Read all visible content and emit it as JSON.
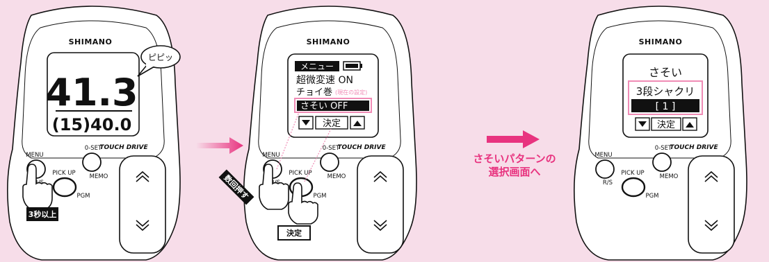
{
  "device": {
    "brand": "SHIMANO",
    "logo": "TOUCH DRIVE",
    "colors": {
      "accent": "#e8337f",
      "background": "#f7dde9",
      "body": "#ffffff",
      "outline": "#111111"
    },
    "buttons": {
      "menu": "MENU",
      "rs": "R/S",
      "oset": "0-SET",
      "memo": "MEMO",
      "pickup": "PICK UP",
      "pgm": "PGM"
    }
  },
  "panel1": {
    "speech": "ピピッ",
    "main_value": "41.3",
    "sub_value": "(15)40.0",
    "hold_label": "3秒以上"
  },
  "panel2": {
    "menu_title": "メニュー",
    "rows": [
      "超微変速 ON",
      "チョイ巻",
      "さそい OFF"
    ],
    "current_note": "(現在の設定)",
    "nav_confirm": "決定",
    "repeat_label": "数回押す",
    "confirm_tag": "決定"
  },
  "arrow_caption": [
    "さそいパターンの",
    "選択画面へ"
  ],
  "panel3": {
    "title": "さそい",
    "option": "3段シャクリ",
    "value": "[ 1 ]",
    "nav_confirm": "決定"
  }
}
